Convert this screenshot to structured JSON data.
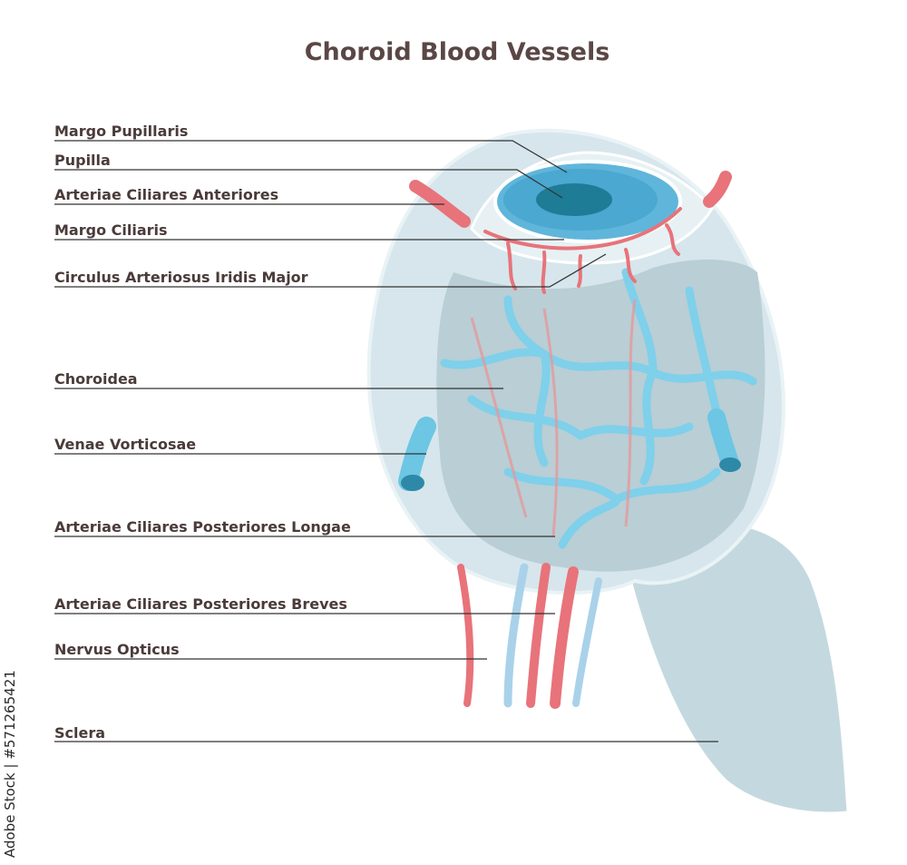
{
  "title": "Choroid Blood Vessels",
  "labels": [
    "Margo Pupillaris",
    "Pupilla",
    "Arteriae Ciliares Anteriores",
    "Margo Ciliaris",
    "Circulus Arteriosus Iridis Major",
    "Choroidea",
    "Venae Vorticosae",
    "Arteriae Ciliares Posteriores Longae",
    "Arteriae Ciliares Posteriores Breves",
    "Nervus Opticus",
    "Sclera"
  ],
  "stock_id": "Adobe Stock | #571265421",
  "colors": {
    "sclera": "#d5e5ea",
    "choroid": "#7dcbe4",
    "iris": "#5fb6da",
    "pupil": "#1f7c97",
    "artery": "#e8737a",
    "title": "#5a4745"
  }
}
